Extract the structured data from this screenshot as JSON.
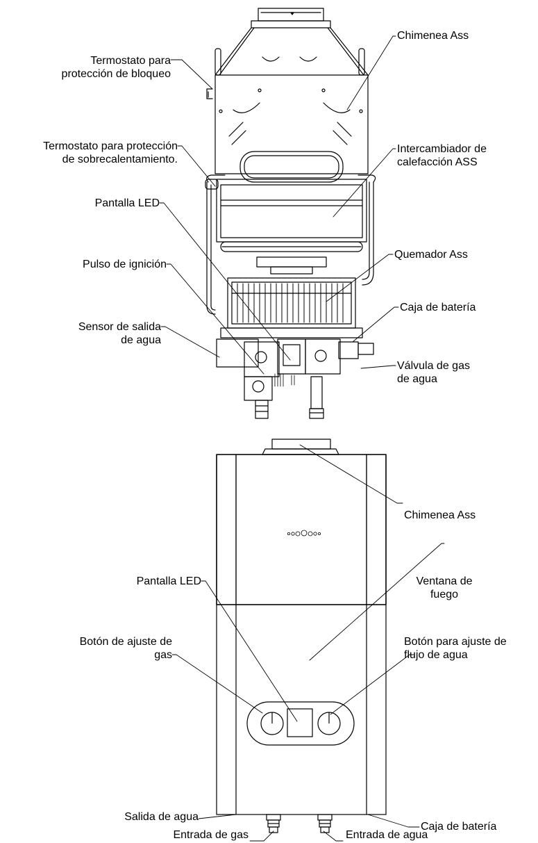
{
  "top_diagram": {
    "labels": {
      "termostato_bloqueo": [
        "Termostato para",
        "protección de bloqueo"
      ],
      "chimenea": "Chimenea Ass",
      "termostato_sobrecalentamiento": [
        "Termostato para protección",
        "de sobrecalentamiento."
      ],
      "intercambiador": [
        "Intercambiador de",
        "calefacción ASS"
      ],
      "pantalla_led": "Pantalla LED",
      "quemador": "Quemador Ass",
      "pulso_ignicion": "Pulso de ignición",
      "caja_bateria": "Caja de batería",
      "sensor_salida": [
        "Sensor de salida",
        "de agua"
      ],
      "valvula": [
        "Válvula de gas",
        "de agua"
      ]
    }
  },
  "bottom_diagram": {
    "labels": {
      "chimenea": "Chimenea Ass",
      "pantalla_led": "Pantalla LED",
      "ventana_fuego": [
        "Ventana de",
        "fuego"
      ],
      "boton_gas": [
        "Botón de ajuste de",
        "gas"
      ],
      "boton_agua": [
        "Botón para ajuste de",
        "flujo de agua"
      ],
      "salida_agua": "Salida de agua",
      "caja_bateria": "Caja de batería",
      "entrada_gas": "Entrada de gas",
      "entrada_agua": "Entrada de agua"
    }
  }
}
